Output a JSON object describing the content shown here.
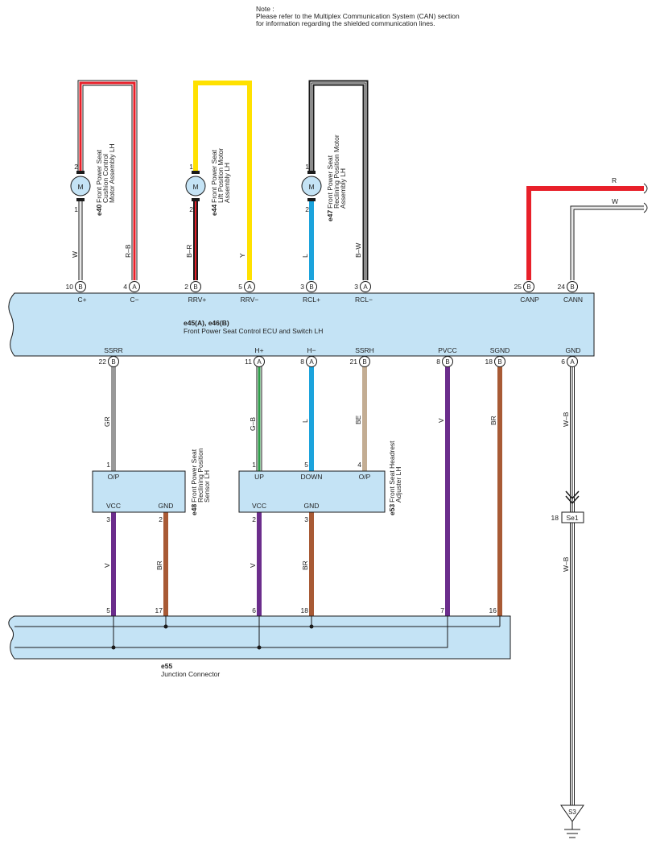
{
  "note": {
    "title": "Note :",
    "lines": [
      "Please refer to the Multiplex Communication System (CAN) section",
      "for information regarding the shielded communication lines."
    ]
  },
  "ecu": {
    "label": "e45(A), e46(B)",
    "name": "Front Power Seat Control ECU and Switch LH",
    "top_pins": [
      {
        "num": "10",
        "letter": "B",
        "signal": "C+",
        "wire": "W"
      },
      {
        "num": "4",
        "letter": "A",
        "signal": "C−",
        "wire": "R–B"
      },
      {
        "num": "2",
        "letter": "B",
        "signal": "RRV+",
        "wire": "B–R"
      },
      {
        "num": "5",
        "letter": "A",
        "signal": "RRV−",
        "wire": "Y"
      },
      {
        "num": "3",
        "letter": "B",
        "signal": "RCL+",
        "wire": "L"
      },
      {
        "num": "3",
        "letter": "A",
        "signal": "RCL−",
        "wire": "B–W"
      },
      {
        "num": "25",
        "letter": "B",
        "signal": "CANP",
        "wire": "R"
      },
      {
        "num": "24",
        "letter": "B",
        "signal": "CANN",
        "wire": "W"
      }
    ],
    "bottom_pins": [
      {
        "num": "22",
        "letter": "B",
        "signal": "SSRR",
        "wire": "GR"
      },
      {
        "num": "11",
        "letter": "A",
        "signal": "H+",
        "wire": "G–B"
      },
      {
        "num": "8",
        "letter": "A",
        "signal": "H−",
        "wire": "L"
      },
      {
        "num": "21",
        "letter": "B",
        "signal": "SSRH",
        "wire": "BE"
      },
      {
        "num": "8",
        "letter": "B",
        "signal": "PVCC",
        "wire": "V"
      },
      {
        "num": "18",
        "letter": "B",
        "signal": "SGND",
        "wire": "BR"
      },
      {
        "num": "6",
        "letter": "A",
        "signal": "GND",
        "wire": "W–B"
      }
    ]
  },
  "motors": [
    {
      "code": "e40",
      "name": [
        "Front Power Seat",
        "Cushion Control",
        "Motor Assembly LH"
      ],
      "pin_top": "2",
      "pin_bottom": "1",
      "symbol": "M"
    },
    {
      "code": "e44",
      "name": [
        "Front Power Seat",
        "Lift Position Motor",
        "Assembly LH"
      ],
      "pin_top": "1",
      "pin_bottom": "2",
      "symbol": "M"
    },
    {
      "code": "e47",
      "name": [
        "Front Power Seat",
        "Reclining Position Motor",
        "Assembly LH"
      ],
      "pin_top": "1",
      "pin_bottom": "2",
      "symbol": "M"
    }
  ],
  "sensor": {
    "code": "e48",
    "name": [
      "Front Power Seat",
      "Reclining Position",
      "Sensor LH"
    ],
    "terminals": {
      "op": "O/P",
      "vcc": "VCC",
      "gnd": "GND"
    },
    "pins": {
      "op": "1",
      "vcc": "3",
      "gnd": "2"
    },
    "wires": {
      "vcc": "V",
      "gnd": "BR"
    }
  },
  "adjuster": {
    "code": "e53",
    "name": [
      "Front Seat Headrest",
      "Adjuster LH"
    ],
    "terminals": {
      "up": "UP",
      "down": "DOWN",
      "op": "O/P",
      "vcc": "VCC",
      "gnd": "GND"
    },
    "pins": {
      "up": "1",
      "down": "5",
      "op": "4",
      "vcc": "2",
      "gnd": "3"
    },
    "wires": {
      "vcc": "V",
      "gnd": "BR"
    }
  },
  "junction": {
    "code": "e55",
    "name": "Junction Connector",
    "pins": [
      "5",
      "17",
      "6",
      "18",
      "7",
      "16"
    ]
  },
  "splice": {
    "pin": "18",
    "label": "Se1",
    "wire_below": "W–B"
  },
  "ground": {
    "label": "S3"
  },
  "colors": {
    "panel": "#c4e3f5",
    "outline": "#1a1a1a",
    "red": "#e8202a",
    "yellow": "#ffe100",
    "blue": "#1ba3dc",
    "black": "#1a1a1a",
    "gray": "#999999",
    "green": "#2e9d49",
    "tan": "#c3ad93",
    "violet": "#6b2d8c",
    "brown": "#a85a35"
  }
}
